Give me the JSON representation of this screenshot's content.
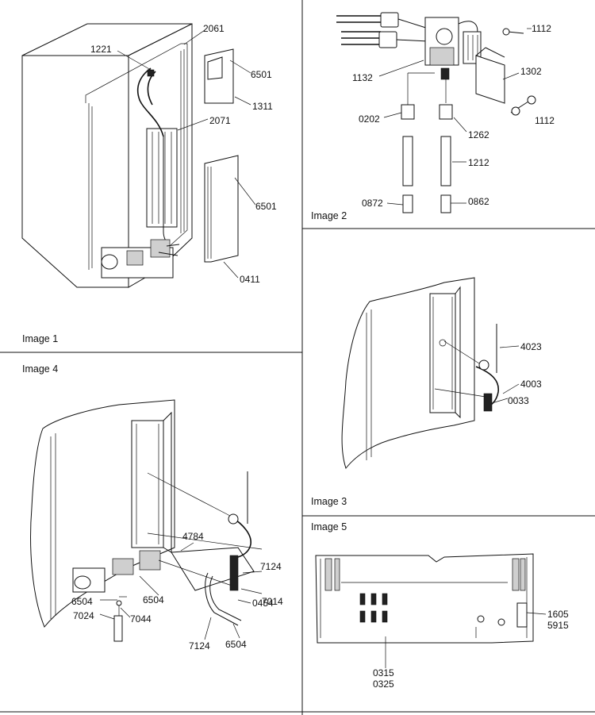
{
  "panels": [
    {
      "id": "image-1",
      "caption": "Image 1",
      "parts": [
        "2061",
        "1221",
        "6501",
        "1311",
        "2071",
        "6501",
        "0411"
      ]
    },
    {
      "id": "image-2",
      "caption": "Image 2",
      "parts": [
        "1112",
        "1132",
        "1302",
        "1112",
        "0202",
        "1262",
        "1212",
        "0872",
        "0862"
      ]
    },
    {
      "id": "image-3",
      "caption": "Image 3",
      "parts": [
        "4023",
        "4003",
        "0033"
      ]
    },
    {
      "id": "image-4",
      "caption": "Image 4",
      "parts": [
        "4784",
        "7124",
        "6504",
        "7014",
        "6504",
        "7044",
        "7024",
        "0454",
        "7124",
        "6504"
      ]
    },
    {
      "id": "image-5",
      "caption": "Image 5",
      "parts": [
        "1605",
        "5915",
        "0315",
        "0325"
      ]
    }
  ]
}
